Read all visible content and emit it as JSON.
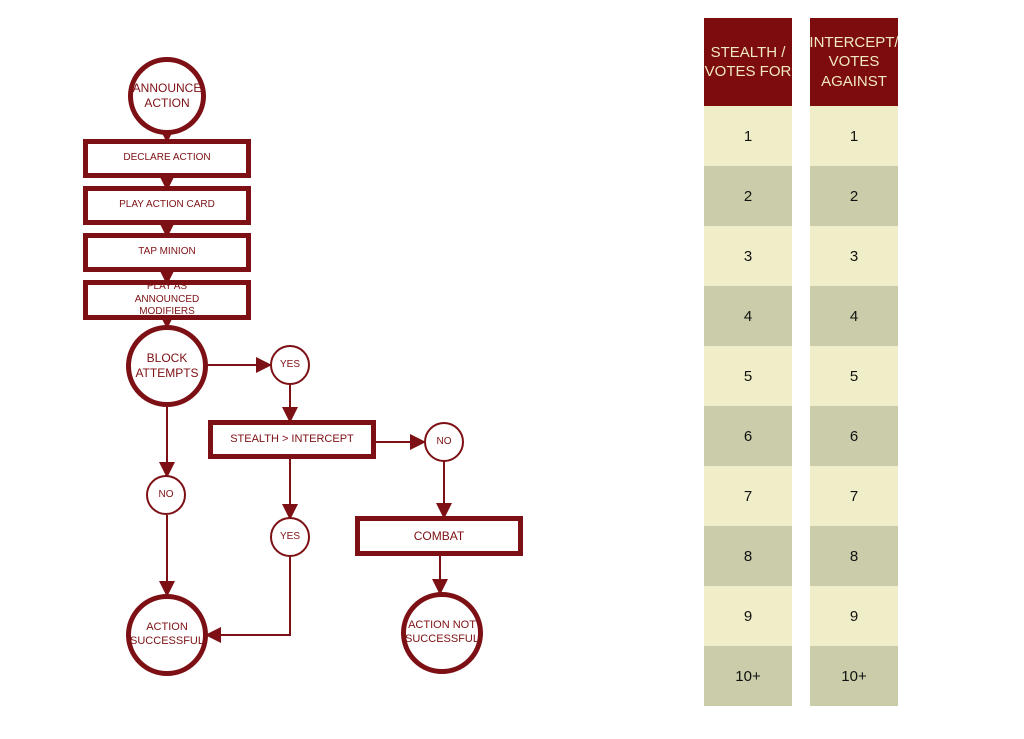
{
  "flow": {
    "announce": "ANNOUNCE ACTION",
    "declare": "DECLARE ACTION",
    "play_card": "PLAY ACTION CARD",
    "tap": "TAP MINION",
    "modifiers": "PLAY AS ANNOUNCED MODIFIERS",
    "block": "BLOCK ATTEMPTS",
    "yes1": "YES",
    "stealth": "STEALTH > INTERCEPT",
    "no1": "NO",
    "no2": "NO",
    "yes2": "YES",
    "combat": "COMBAT",
    "success": "ACTION SUCCESSFUL",
    "fail": "ACTION NOT SUCCESSFUL"
  },
  "table": {
    "col1_header": "STEALTH / VOTES FOR",
    "col2_header": "INTERCEPT/ VOTES AGAINST",
    "rows": [
      "1",
      "2",
      "3",
      "4",
      "5",
      "6",
      "7",
      "8",
      "9",
      "10+"
    ]
  },
  "colors": {
    "accent": "#7d0c0e",
    "light": "#efeec8",
    "dark": "#cbcca9"
  }
}
